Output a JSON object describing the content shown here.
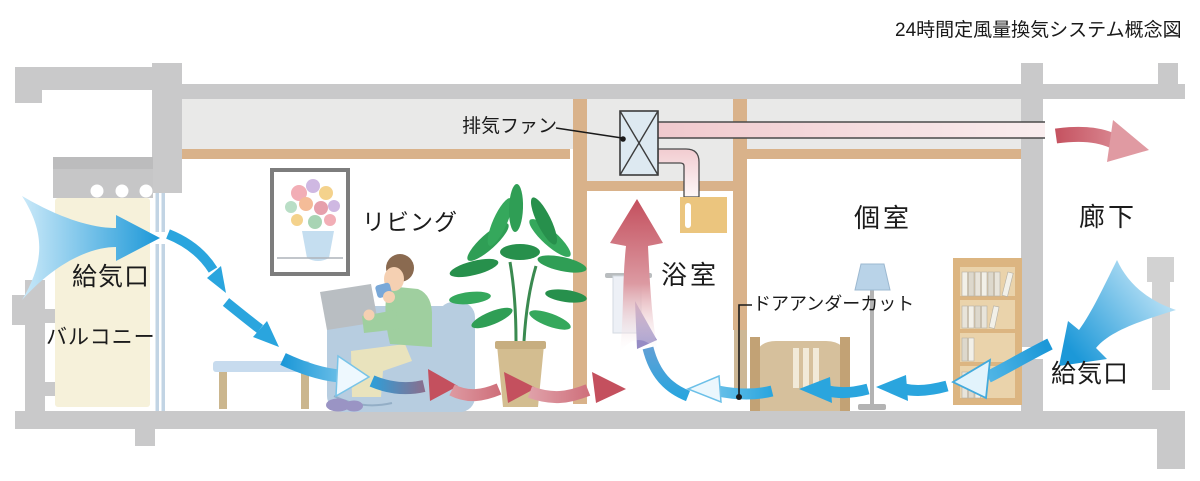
{
  "title": "24時間定風量換気システム概念図",
  "labels": {
    "balcony_supply_port": "給気口",
    "balcony": "バルコニー",
    "living_room": "リビング",
    "exhaust_fan": "排気ファン",
    "bathroom": "浴室",
    "door_undercut": "ドアアンダーカット",
    "private_room": "個室",
    "corridor": "廊下",
    "corridor_supply_port": "給気口"
  },
  "colors": {
    "supply_air_blue": "#2aa5de",
    "exhaust_air_red": "#c4505e",
    "structure_gray": "#c9c9ca",
    "ceiling_plenum_gray": "#e9e9e8",
    "wood_tan": "#d9b28a",
    "duct_pink": "#f0c9cd",
    "fan_box_fill": "#dde9f1"
  },
  "icons": {
    "exhaust_fan_symbol": "box-with-x-cross"
  }
}
